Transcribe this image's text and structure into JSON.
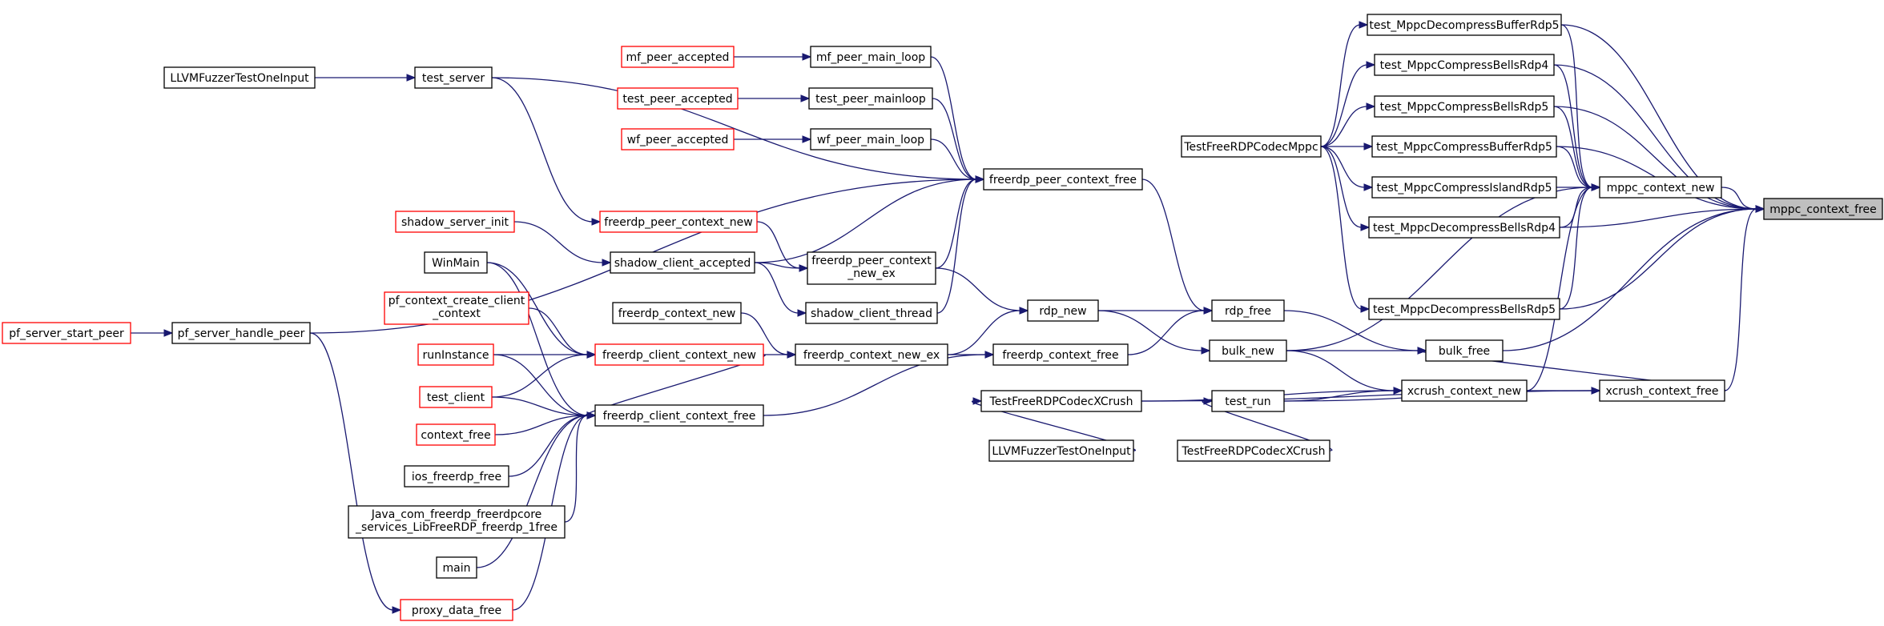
{
  "colors": {
    "edge": "#191970",
    "border_normal": "#000000",
    "border_truncated": "#ff0000",
    "root_fill": "#bfbfbf",
    "node_fill": "#ffffff"
  },
  "nodes": [
    {
      "id": "mppc_context_free",
      "label": [
        "mppc_context_free"
      ],
      "style": "root"
    },
    {
      "id": "test_MppcDecompressBufferRdp5",
      "label": [
        "test_MppcDecompressBufferRdp5"
      ],
      "style": "normal"
    },
    {
      "id": "test_MppcCompressBellsRdp4",
      "label": [
        "test_MppcCompressBellsRdp4"
      ],
      "style": "normal"
    },
    {
      "id": "test_MppcCompressBellsRdp5",
      "label": [
        "test_MppcCompressBellsRdp5"
      ],
      "style": "normal"
    },
    {
      "id": "test_MppcCompressBufferRdp5",
      "label": [
        "test_MppcCompressBufferRdp5"
      ],
      "style": "normal"
    },
    {
      "id": "test_MppcCompressIslandRdp5",
      "label": [
        "test_MppcCompressIslandRdp5"
      ],
      "style": "normal"
    },
    {
      "id": "test_MppcDecompressBellsRdp4",
      "label": [
        "test_MppcDecompressBellsRdp4"
      ],
      "style": "normal"
    },
    {
      "id": "test_MppcDecompressBellsRdp5",
      "label": [
        "test_MppcDecompressBellsRdp5"
      ],
      "style": "normal"
    },
    {
      "id": "mppc_context_new",
      "label": [
        "mppc_context_new"
      ],
      "style": "normal"
    },
    {
      "id": "TestFreeRDPCodecMppc",
      "label": [
        "TestFreeRDPCodecMppc"
      ],
      "style": "normal"
    },
    {
      "id": "bulk_free",
      "label": [
        "bulk_free"
      ],
      "style": "normal"
    },
    {
      "id": "xcrush_context_free",
      "label": [
        "xcrush_context_free"
      ],
      "style": "normal"
    },
    {
      "id": "xcrush_context_new",
      "label": [
        "xcrush_context_new"
      ],
      "style": "normal"
    },
    {
      "id": "bulk_new",
      "label": [
        "bulk_new"
      ],
      "style": "normal"
    },
    {
      "id": "rdp_free",
      "label": [
        "rdp_free"
      ],
      "style": "normal"
    },
    {
      "id": "test_run",
      "label": [
        "test_run"
      ],
      "style": "normal"
    },
    {
      "id": "TestFreeRDPCodecXCrush",
      "label": [
        "TestFreeRDPCodecXCrush"
      ],
      "style": "normal"
    },
    {
      "id": "TestFreeRDPCodecXCrush_main",
      "label": [
        "TestFreeRDPCodecXCrush"
      ],
      "style": "normal"
    },
    {
      "id": "LLVMFuzzerTestOneInput_b",
      "label": [
        "LLVMFuzzerTestOneInput"
      ],
      "style": "normal"
    },
    {
      "id": "freerdp_peer_context_free",
      "label": [
        "freerdp_peer_context_free"
      ],
      "style": "normal"
    },
    {
      "id": "rdp_new",
      "label": [
        "rdp_new"
      ],
      "style": "normal"
    },
    {
      "id": "freerdp_context_free",
      "label": [
        "freerdp_context_free"
      ],
      "style": "normal"
    },
    {
      "id": "freerdp_peer_context_new_ex",
      "label": [
        "freerdp_peer_context",
        "_new_ex"
      ],
      "style": "normal"
    },
    {
      "id": "shadow_client_thread",
      "label": [
        "shadow_client_thread"
      ],
      "style": "normal"
    },
    {
      "id": "freerdp_context_new_ex",
      "label": [
        "freerdp_context_new_ex"
      ],
      "style": "normal"
    },
    {
      "id": "freerdp_client_context_free",
      "label": [
        "freerdp_client_context_free"
      ],
      "style": "normal"
    },
    {
      "id": "mf_peer_main_loop",
      "label": [
        "mf_peer_main_loop"
      ],
      "style": "normal"
    },
    {
      "id": "test_peer_mainloop",
      "label": [
        "test_peer_mainloop"
      ],
      "style": "normal"
    },
    {
      "id": "wf_peer_main_loop",
      "label": [
        "wf_peer_main_loop"
      ],
      "style": "normal"
    },
    {
      "id": "shadow_client_accepted",
      "label": [
        "shadow_client_accepted"
      ],
      "style": "normal"
    },
    {
      "id": "freerdp_context_new",
      "label": [
        "freerdp_context_new"
      ],
      "style": "normal"
    },
    {
      "id": "freerdp_client_context_new",
      "label": [
        "freerdp_client_context_new"
      ],
      "style": "truncated"
    },
    {
      "id": "mf_peer_accepted",
      "label": [
        "mf_peer_accepted"
      ],
      "style": "truncated"
    },
    {
      "id": "test_peer_accepted",
      "label": [
        "test_peer_accepted"
      ],
      "style": "truncated"
    },
    {
      "id": "wf_peer_accepted",
      "label": [
        "wf_peer_accepted"
      ],
      "style": "truncated"
    },
    {
      "id": "freerdp_peer_context_new",
      "label": [
        "freerdp_peer_context_new"
      ],
      "style": "truncated"
    },
    {
      "id": "shadow_server_init",
      "label": [
        "shadow_server_init"
      ],
      "style": "truncated"
    },
    {
      "id": "WinMain",
      "label": [
        "WinMain"
      ],
      "style": "normal"
    },
    {
      "id": "pf_context_create_client_context",
      "label": [
        "pf_context_create_client",
        "_context"
      ],
      "style": "truncated"
    },
    {
      "id": "runInstance",
      "label": [
        "runInstance"
      ],
      "style": "truncated"
    },
    {
      "id": "test_client",
      "label": [
        "test_client"
      ],
      "style": "truncated"
    },
    {
      "id": "context_free",
      "label": [
        "context_free"
      ],
      "style": "truncated"
    },
    {
      "id": "ios_freerdp_free",
      "label": [
        "ios_freerdp_free"
      ],
      "style": "normal"
    },
    {
      "id": "Java_free",
      "label": [
        "Java_com_freerdp_freerdpcore",
        "_services_LibFreeRDP_freerdp_1free"
      ],
      "style": "normal"
    },
    {
      "id": "main",
      "label": [
        "main"
      ],
      "style": "normal"
    },
    {
      "id": "proxy_data_free",
      "label": [
        "proxy_data_free"
      ],
      "style": "truncated"
    },
    {
      "id": "test_server",
      "label": [
        "test_server"
      ],
      "style": "normal"
    },
    {
      "id": "LLVMFuzzerTestOneInput_a",
      "label": [
        "LLVMFuzzerTestOneInput"
      ],
      "style": "normal"
    },
    {
      "id": "pf_server_handle_peer",
      "label": [
        "pf_server_handle_peer"
      ],
      "style": "normal"
    },
    {
      "id": "pf_server_start_peer",
      "label": [
        "pf_server_start_peer"
      ],
      "style": "truncated"
    }
  ],
  "edges": [
    [
      "test_MppcDecompressBufferRdp5",
      "mppc_context_free"
    ],
    [
      "test_MppcCompressBellsRdp4",
      "mppc_context_free"
    ],
    [
      "test_MppcCompressBellsRdp5",
      "mppc_context_free"
    ],
    [
      "test_MppcCompressBufferRdp5",
      "mppc_context_free"
    ],
    [
      "test_MppcCompressIslandRdp5",
      "mppc_context_new"
    ],
    [
      "mppc_context_new",
      "mppc_context_free"
    ],
    [
      "test_MppcDecompressBellsRdp4",
      "mppc_context_free"
    ],
    [
      "test_MppcDecompressBellsRdp5",
      "mppc_context_free"
    ],
    [
      "bulk_free",
      "mppc_context_free"
    ],
    [
      "xcrush_context_free",
      "mppc_context_free"
    ],
    [
      "test_MppcDecompressBufferRdp5",
      "mppc_context_new"
    ],
    [
      "test_MppcCompressBellsRdp4",
      "mppc_context_new"
    ],
    [
      "test_MppcCompressBellsRdp5",
      "mppc_context_new"
    ],
    [
      "test_MppcCompressBufferRdp5",
      "mppc_context_new"
    ],
    [
      "test_MppcDecompressBellsRdp4",
      "mppc_context_new"
    ],
    [
      "test_MppcDecompressBellsRdp5",
      "mppc_context_new"
    ],
    [
      "bulk_new",
      "mppc_context_new"
    ],
    [
      "xcrush_context_new",
      "mppc_context_new"
    ],
    [
      "TestFreeRDPCodecMppc",
      "test_MppcDecompressBufferRdp5"
    ],
    [
      "TestFreeRDPCodecMppc",
      "test_MppcCompressBellsRdp4"
    ],
    [
      "TestFreeRDPCodecMppc",
      "test_MppcCompressBellsRdp5"
    ],
    [
      "TestFreeRDPCodecMppc",
      "test_MppcCompressBufferRdp5"
    ],
    [
      "TestFreeRDPCodecMppc",
      "test_MppcCompressIslandRdp5"
    ],
    [
      "TestFreeRDPCodecMppc",
      "test_MppcDecompressBellsRdp4"
    ],
    [
      "TestFreeRDPCodecMppc",
      "test_MppcDecompressBellsRdp5"
    ],
    [
      "bulk_new",
      "bulk_free"
    ],
    [
      "rdp_free",
      "bulk_free"
    ],
    [
      "xcrush_context_free",
      "bulk_free"
    ],
    [
      "xcrush_context_new",
      "xcrush_context_free"
    ],
    [
      "test_run",
      "xcrush_context_free"
    ],
    [
      "TestFreeRDPCodecXCrush",
      "xcrush_context_free"
    ],
    [
      "bulk_new",
      "xcrush_context_new"
    ],
    [
      "test_run",
      "xcrush_context_new"
    ],
    [
      "TestFreeRDPCodecXCrush",
      "xcrush_context_new"
    ],
    [
      "rdp_new",
      "bulk_new"
    ],
    [
      "freerdp_peer_context_free",
      "rdp_free"
    ],
    [
      "freerdp_context_free",
      "rdp_free"
    ],
    [
      "rdp_new",
      "rdp_free"
    ],
    [
      "TestFreeRDPCodecXCrush_main",
      "test_run"
    ],
    [
      "LLVMFuzzerTestOneInput_b",
      "TestFreeRDPCodecXCrush"
    ],
    [
      "freerdp_peer_context_new_ex",
      "rdp_new"
    ],
    [
      "freerdp_context_new_ex",
      "rdp_new"
    ],
    [
      "freerdp_context_new_ex",
      "freerdp_context_free"
    ],
    [
      "freerdp_client_context_free",
      "freerdp_context_free"
    ],
    [
      "mf_peer_main_loop",
      "freerdp_peer_context_free"
    ],
    [
      "test_peer_mainloop",
      "freerdp_peer_context_free"
    ],
    [
      "wf_peer_main_loop",
      "freerdp_peer_context_free"
    ],
    [
      "test_server",
      "freerdp_peer_context_free"
    ],
    [
      "pf_server_handle_peer",
      "freerdp_peer_context_free"
    ],
    [
      "shadow_client_accepted",
      "freerdp_peer_context_free"
    ],
    [
      "freerdp_peer_context_new_ex",
      "freerdp_peer_context_free"
    ],
    [
      "shadow_client_thread",
      "freerdp_peer_context_free"
    ],
    [
      "freerdp_peer_context_new",
      "freerdp_peer_context_new_ex"
    ],
    [
      "shadow_client_accepted",
      "freerdp_peer_context_new_ex"
    ],
    [
      "shadow_client_accepted",
      "shadow_client_thread"
    ],
    [
      "freerdp_context_new",
      "freerdp_context_new_ex"
    ],
    [
      "freerdp_client_context_new",
      "freerdp_context_new_ex"
    ],
    [
      "freerdp_client_context_new",
      "freerdp_client_context_free"
    ],
    [
      "mf_peer_accepted",
      "mf_peer_main_loop"
    ],
    [
      "test_peer_accepted",
      "test_peer_mainloop"
    ],
    [
      "wf_peer_accepted",
      "wf_peer_main_loop"
    ],
    [
      "test_server",
      "freerdp_peer_context_new"
    ],
    [
      "shadow_server_init",
      "shadow_client_accepted"
    ],
    [
      "WinMain",
      "freerdp_client_context_new"
    ],
    [
      "pf_context_create_client_context",
      "freerdp_client_context_new"
    ],
    [
      "runInstance",
      "freerdp_client_context_new"
    ],
    [
      "test_client",
      "freerdp_client_context_new"
    ],
    [
      "WinMain",
      "freerdp_client_context_free"
    ],
    [
      "runInstance",
      "freerdp_client_context_free"
    ],
    [
      "test_client",
      "freerdp_client_context_free"
    ],
    [
      "context_free",
      "freerdp_client_context_free"
    ],
    [
      "ios_freerdp_free",
      "freerdp_client_context_free"
    ],
    [
      "Java_free",
      "freerdp_client_context_free"
    ],
    [
      "main",
      "freerdp_client_context_free"
    ],
    [
      "proxy_data_free",
      "freerdp_client_context_free"
    ],
    [
      "LLVMFuzzerTestOneInput_a",
      "test_server"
    ],
    [
      "pf_server_start_peer",
      "pf_server_handle_peer"
    ],
    [
      "pf_server_handle_peer",
      "proxy_data_free"
    ]
  ]
}
